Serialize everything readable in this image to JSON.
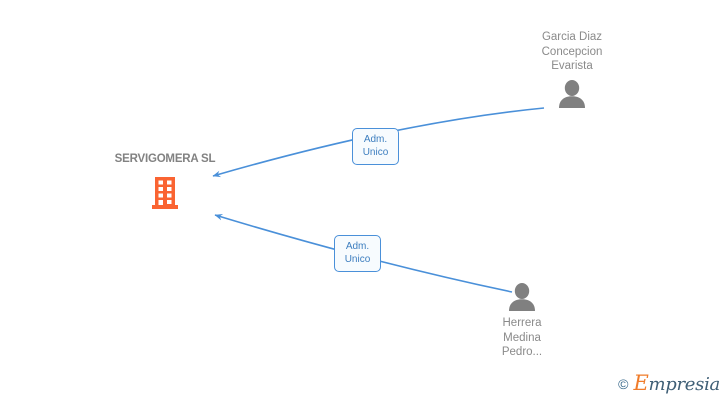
{
  "graph": {
    "company": {
      "name": "SERVIGOMERA SL",
      "icon": "building-icon",
      "color": "#fa6432"
    },
    "persons": [
      {
        "id": "garcia-diaz-concepcion-evarista",
        "name": "Garcia Diaz\nConcepcion\nEvarista",
        "icon": "person-icon",
        "color": "#808080"
      },
      {
        "id": "herrera-medina-pedro",
        "name": "Herrera\nMedina\nPedro...",
        "icon": "person-icon",
        "color": "#808080"
      }
    ],
    "relations": [
      {
        "id": "rel-garcia-diaz",
        "label": "Adm.\nUnico",
        "color": "#4a90d9"
      },
      {
        "id": "rel-herrera-medina",
        "label": "Adm.\nUnico",
        "color": "#4a90d9"
      }
    ],
    "edge_color": "#4a90d9"
  },
  "watermark": {
    "copyright": "©",
    "brand_initial": "E",
    "brand_rest": "mpresia",
    "brand_color": "#f07c2a",
    "text_color": "#3f5f76"
  }
}
